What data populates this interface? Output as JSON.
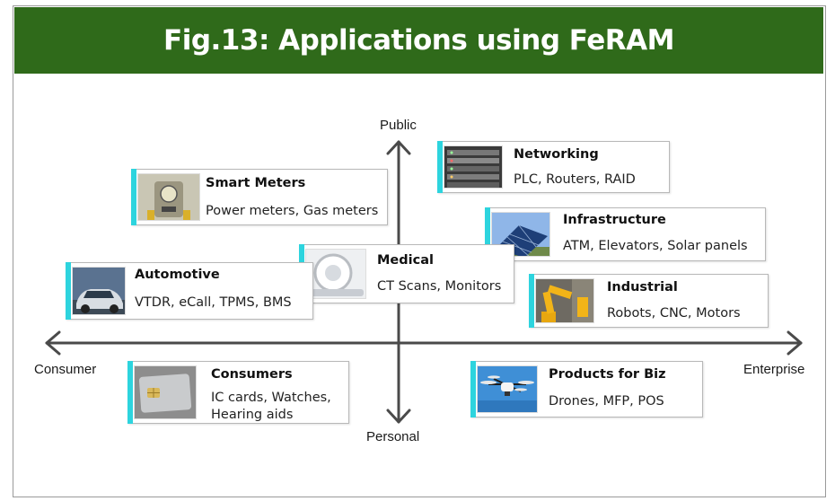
{
  "title": "Fig.13: Applications using FeRAM",
  "colors": {
    "title_bar": "#2f6a1a",
    "title_text": "#ffffff",
    "card_accent": "#2dd4de",
    "axis": "#4a4a4a"
  },
  "axes": {
    "top": "Public",
    "bottom": "Personal",
    "left": "Consumer",
    "right": "Enterprise"
  },
  "cards": {
    "networking": {
      "title": "Networking",
      "desc": "PLC, Routers, RAID",
      "icon": "server-rack-icon"
    },
    "smart_meters": {
      "title": "Smart Meters",
      "desc": "Power meters, Gas meters",
      "icon": "meter-icon"
    },
    "infrastructure": {
      "title": "Infrastructure",
      "desc": "ATM, Elevators, Solar panels",
      "icon": "solar-panel-icon"
    },
    "medical": {
      "title": "Medical",
      "desc": "CT Scans, Monitors",
      "icon": "ct-scanner-icon"
    },
    "automotive": {
      "title": "Automotive",
      "desc": "VTDR, eCall, TPMS, BMS",
      "icon": "car-icon"
    },
    "industrial": {
      "title": "Industrial",
      "desc": "Robots, CNC, Motors",
      "icon": "robot-arm-icon"
    },
    "consumers": {
      "title": "Consumers",
      "desc_line1": "IC cards, Watches,",
      "desc_line2": "Hearing aids",
      "icon": "ic-card-icon"
    },
    "products_for_biz": {
      "title": "Products for Biz",
      "desc": "Drones, MFP, POS",
      "icon": "drone-icon"
    }
  }
}
